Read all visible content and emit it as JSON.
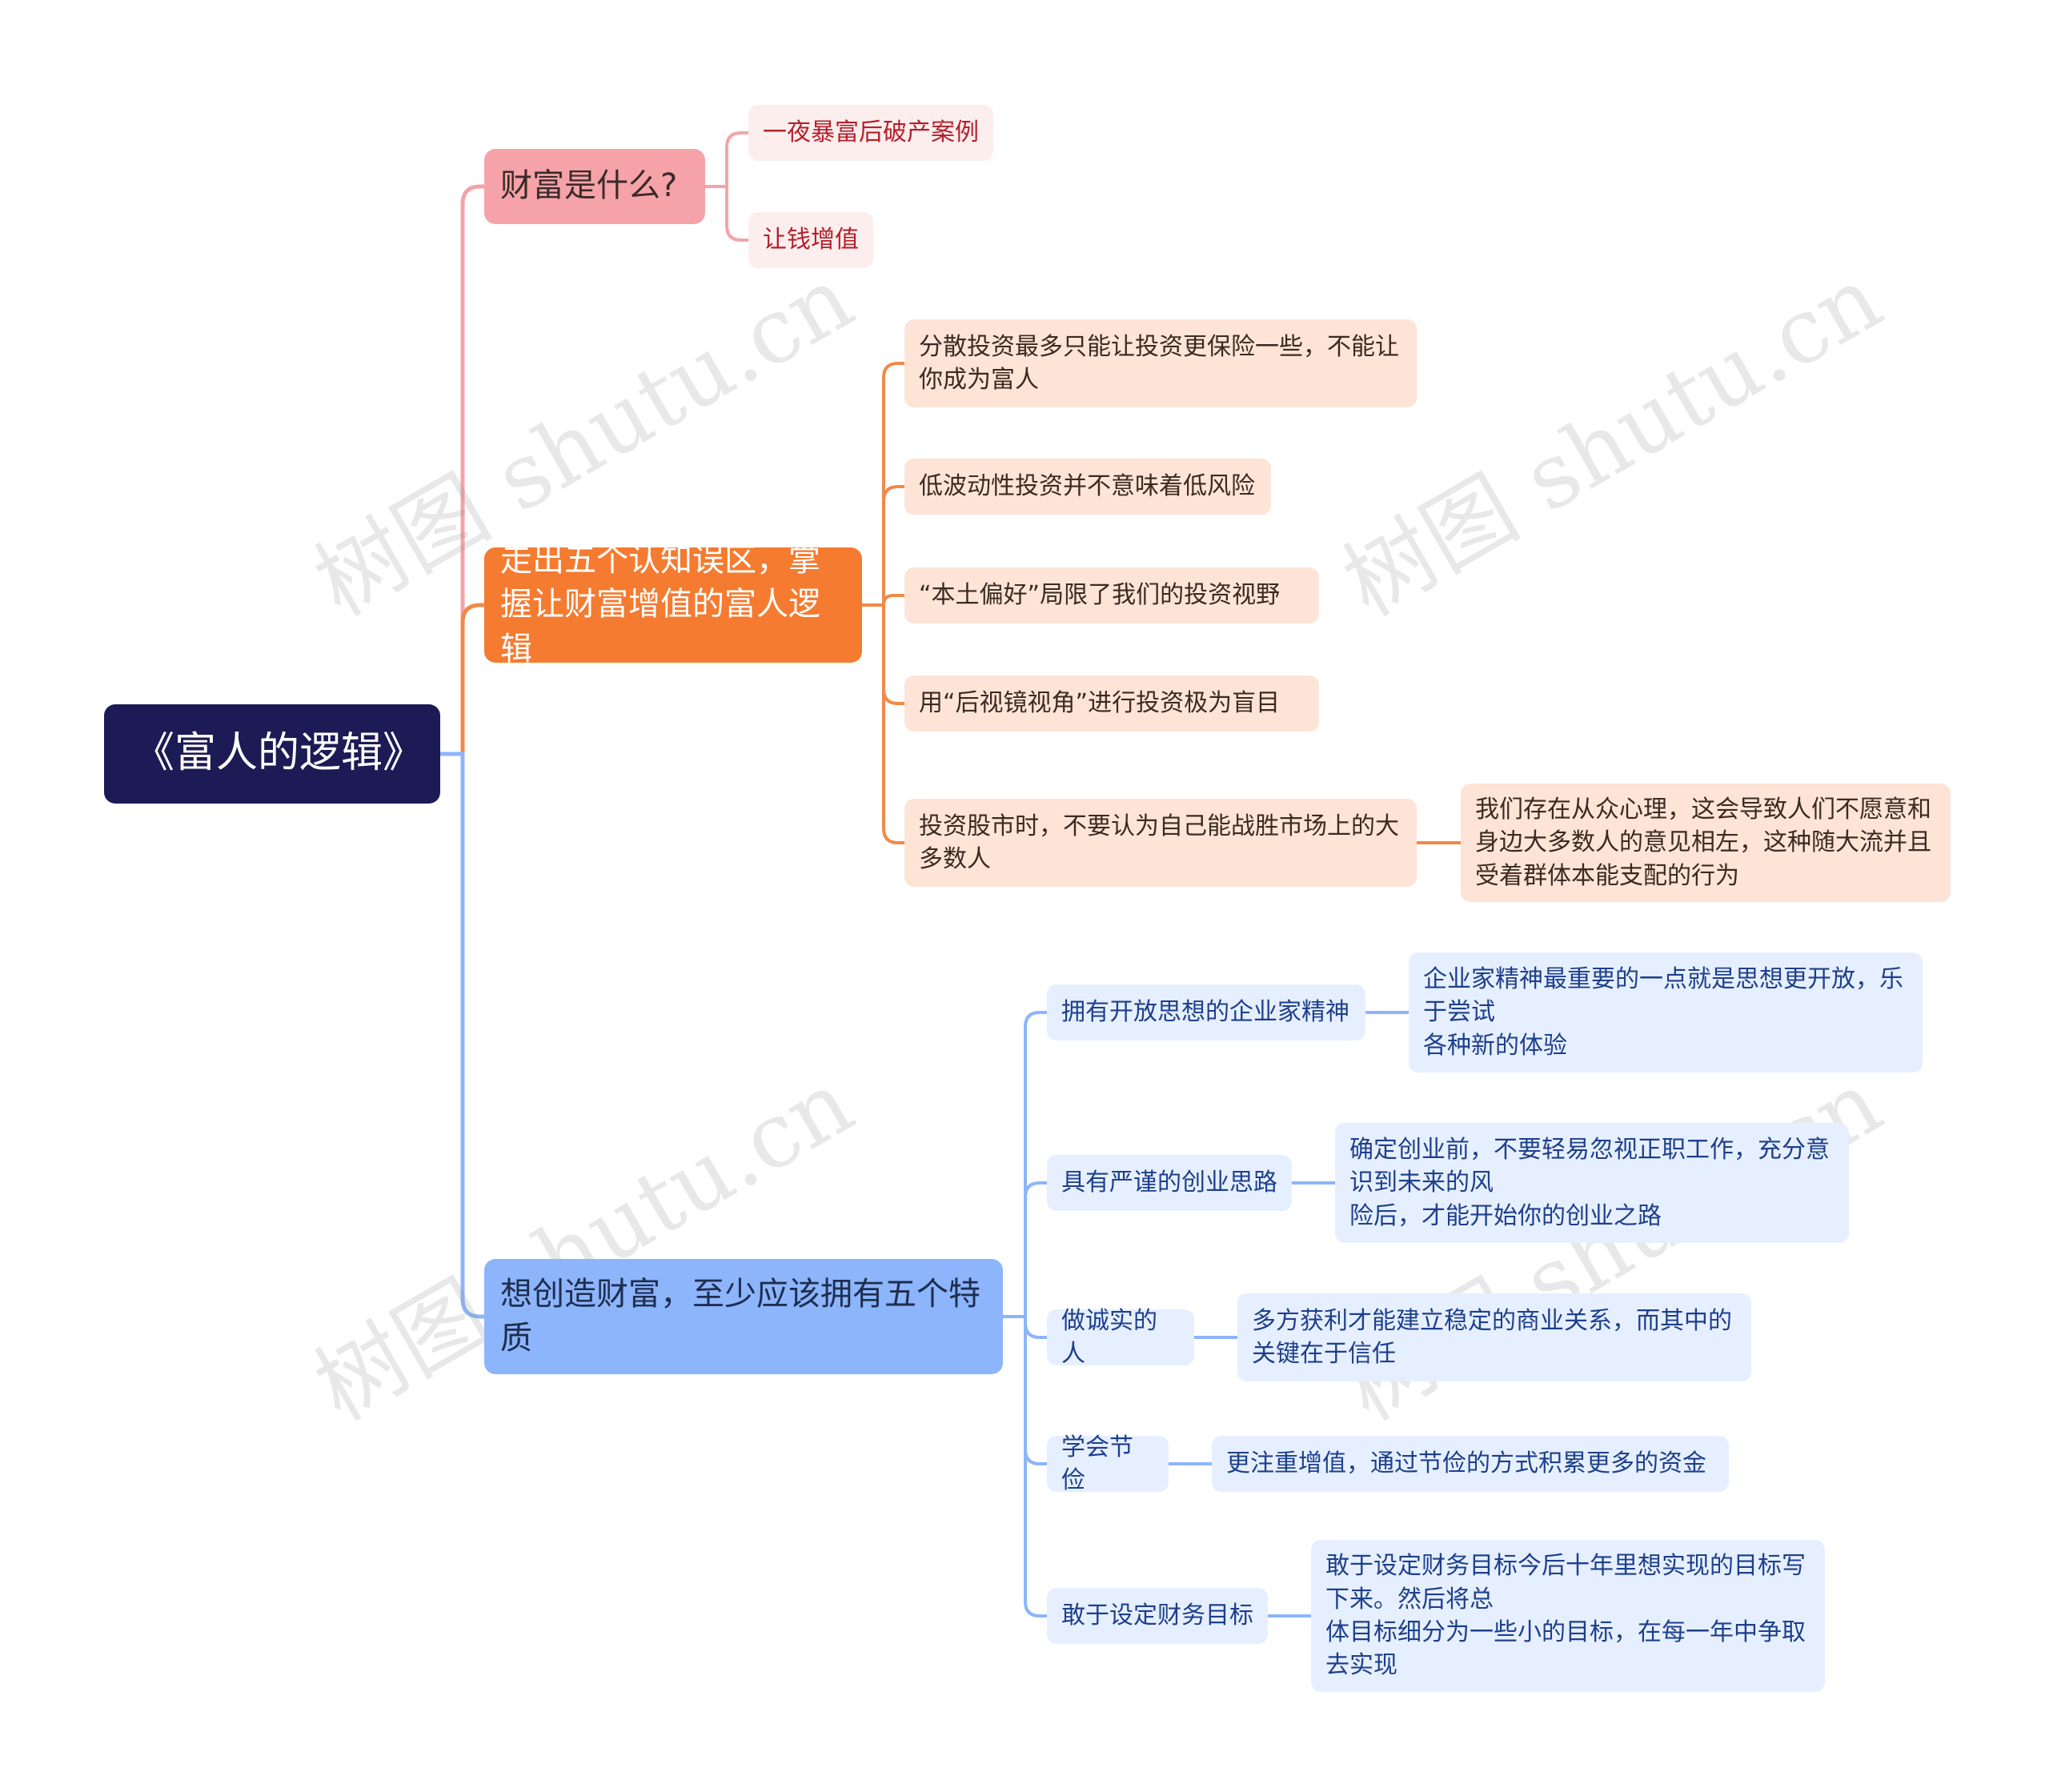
{
  "colors": {
    "root": "#1c1b55",
    "pink": "#f5a3a8",
    "orange": "#f47b30",
    "blue": "#8cb5fb",
    "pink_link": "#f5a3a8",
    "orange_link": "#f08a48",
    "blue_link": "#8cb5fb"
  },
  "watermark": "树图 shutu.cn",
  "root": {
    "label": "《富人的逻辑》"
  },
  "branches": [
    {
      "label": "财富是什么?",
      "children": [
        {
          "label": "一夜暴富后破产案例"
        },
        {
          "label": "让钱增值"
        }
      ]
    },
    {
      "label": "走出五个认知误区，掌握让财富增值的富人逻辑",
      "children": [
        {
          "label": "分散投资最多只能让投资更保险一些，不能让你成为富人"
        },
        {
          "label": "低波动性投资并不意味着低风险"
        },
        {
          "label": "“本土偏好”局限了我们的投资视野"
        },
        {
          "label": "用“后视镜视角”进行投资极为盲目"
        },
        {
          "label": "投资股市时，不要认为自己能战胜市场上的大多数人",
          "detail": "我们存在从众心理，这会导致人们不愿意和身边大多数人的意见相左，这种随大流并且受着群体本能支配的行为"
        }
      ]
    },
    {
      "label": "想创造财富，至少应该拥有五个特质",
      "children": [
        {
          "label": "拥有开放思想的企业家精神",
          "detail": "企业家精神最重要的一点就是思想更开放，乐于尝试\n各种新的体验"
        },
        {
          "label": "具有严谨的创业思路",
          "detail": "确定创业前，不要轻易忽视正职工作，充分意识到未来的风\n险后，才能开始你的创业之路"
        },
        {
          "label": "做诚实的人",
          "detail": "多方获利才能建立稳定的商业关系，而其中的关键在于信任"
        },
        {
          "label": "学会节俭",
          "detail": "更注重增值，通过节俭的方式积累更多的资金"
        },
        {
          "label": "敢于设定财务目标",
          "detail": "敢于设定财务目标今后十年里想实现的目标写下来。然后将总\n体目标细分为一些小的目标，在每一年中争取去实现"
        }
      ]
    }
  ]
}
